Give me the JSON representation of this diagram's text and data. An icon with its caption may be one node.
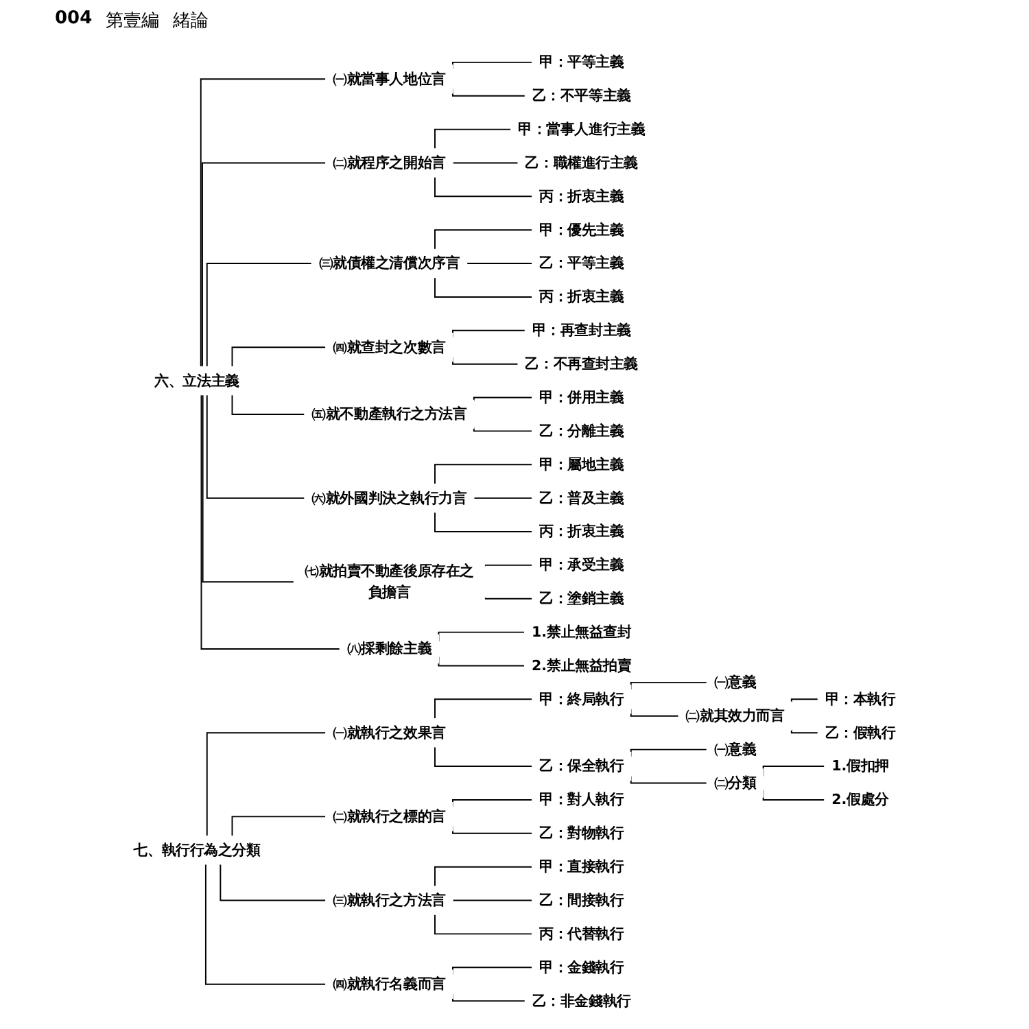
{
  "diagram": {
    "labels": [
      "004",
      "第壹編",
      "緒論"
    ],
    "nodes": [
      {
        "text": [
          "六、立法主義"
        ]
      },
      {
        "text": [
          "㈠就當事人地位言"
        ]
      },
      {
        "text": [
          "甲：平等主義"
        ]
      },
      {
        "text": [
          "乙：不平等主義"
        ]
      },
      {
        "text": [
          "㈡就程序之開始言"
        ]
      },
      {
        "text": [
          "甲：當事人進行主義"
        ]
      },
      {
        "text": [
          "乙：職權進行主義"
        ]
      },
      {
        "text": [
          "丙：折衷主義"
        ]
      },
      {
        "text": [
          "㈢就債權之清償次序言"
        ]
      },
      {
        "text": [
          "甲：優先主義"
        ]
      },
      {
        "text": [
          "乙：平等主義"
        ]
      },
      {
        "text": [
          "丙：折衷主義"
        ]
      },
      {
        "text": [
          "㈣就查封之次數言"
        ]
      },
      {
        "text": [
          "甲：再查封主義"
        ]
      },
      {
        "text": [
          "乙：不再查封主義"
        ]
      },
      {
        "text": [
          "㈤就不動產執行之方法言"
        ]
      },
      {
        "text": [
          "甲：併用主義"
        ]
      },
      {
        "text": [
          "乙：分離主義"
        ]
      },
      {
        "text": [
          "㈥就外國判決之執行力言"
        ]
      },
      {
        "text": [
          "甲：屬地主義"
        ]
      },
      {
        "text": [
          "乙：普及主義"
        ]
      },
      {
        "text": [
          "丙：折衷主義"
        ]
      },
      {
        "text": [
          "㈦就拍賣不動產後原存在之負擔言"
        ]
      },
      {
        "text": [
          "甲：承受主義"
        ]
      },
      {
        "text": [
          "乙：塗銷主義"
        ]
      },
      {
        "text": [
          "㈧採剩餘主義"
        ]
      },
      {
        "text": [
          "1.禁止無益查封"
        ]
      },
      {
        "text": [
          "2.禁止無益拍賣"
        ]
      },
      {
        "text": [
          "七、執行行為之分類"
        ]
      },
      {
        "text": [
          "㈠就執行之效果言"
        ]
      },
      {
        "text": [
          "甲：終局執行"
        ]
      },
      {
        "text": [
          "㈠意義"
        ]
      },
      {
        "text": [
          "㈡就其效力而言"
        ]
      },
      {
        "text": [
          "甲：本執行"
        ]
      },
      {
        "text": [
          "乙：假執行"
        ]
      },
      {
        "text": [
          "乙：保全執行"
        ]
      },
      {
        "text": [
          "㈠意義"
        ]
      },
      {
        "text": [
          "㈡分類"
        ]
      },
      {
        "text": [
          "1.假扣押"
        ]
      },
      {
        "text": [
          "2.假處分"
        ]
      },
      {
        "text": [
          "㈡就執行之標的言"
        ]
      },
      {
        "text": [
          "甲：對人執行"
        ]
      },
      {
        "text": [
          "乙：對物執行"
        ]
      },
      {
        "text": [
          "㈢就執行之方法言"
        ]
      },
      {
        "text": [
          "甲：直接執行"
        ]
      },
      {
        "text": [
          "乙：間接執行"
        ]
      },
      {
        "text": [
          "丙：代替執行"
        ]
      },
      {
        "text": [
          "㈣就執行名義而言"
        ]
      },
      {
        "text": [
          "甲：金錢執行"
        ]
      },
      {
        "text": [
          "乙：非金錢執行"
        ]
      }
    ],
    "edges": [
      {
        "from": 0,
        "to": 1,
        "arrow": "none"
      },
      {
        "from": 1,
        "to": 2,
        "arrow": "none"
      },
      {
        "from": 1,
        "to": 3,
        "arrow": "none"
      },
      {
        "from": 0,
        "to": 4,
        "arrow": "none"
      },
      {
        "from": 4,
        "to": 5,
        "arrow": "none"
      },
      {
        "from": 4,
        "to": 6,
        "arrow": "none"
      },
      {
        "from": 4,
        "to": 7,
        "arrow": "none"
      },
      {
        "from": 0,
        "to": 8,
        "arrow": "none"
      },
      {
        "from": 8,
        "to": 9,
        "arrow": "none"
      },
      {
        "from": 8,
        "to": 10,
        "arrow": "none"
      },
      {
        "from": 8,
        "to": 11,
        "arrow": "none"
      },
      {
        "from": 0,
        "to": 12,
        "arrow": "none"
      },
      {
        "from": 12,
        "to": 13,
        "arrow": "none"
      },
      {
        "from": 12,
        "to": 14,
        "arrow": "none"
      },
      {
        "from": 0,
        "to": 15,
        "arrow": "none"
      },
      {
        "from": 15,
        "to": 16,
        "arrow": "none"
      },
      {
        "from": 15,
        "to": 17,
        "arrow": "none"
      },
      {
        "from": 0,
        "to": 18,
        "arrow": "none"
      },
      {
        "from": 18,
        "to": 19,
        "arrow": "none"
      },
      {
        "from": 18,
        "to": 20,
        "arrow": "none"
      },
      {
        "from": 18,
        "to": 21,
        "arrow": "none"
      },
      {
        "from": 0,
        "to": 22,
        "arrow": "none"
      },
      {
        "from": 22,
        "to": 23,
        "arrow": "none"
      },
      {
        "from": 22,
        "to": 24,
        "arrow": "none"
      },
      {
        "from": 0,
        "to": 25,
        "arrow": "none"
      },
      {
        "from": 25,
        "to": 26,
        "arrow": "none"
      },
      {
        "from": 25,
        "to": 27,
        "arrow": "none"
      },
      {
        "from": 28,
        "to": 29,
        "arrow": "none"
      },
      {
        "from": 29,
        "to": 30,
        "arrow": "none"
      },
      {
        "from": 30,
        "to": 31,
        "arrow": "none"
      },
      {
        "from": 30,
        "to": 32,
        "arrow": "none"
      },
      {
        "from": 32,
        "to": 33,
        "arrow": "none"
      },
      {
        "from": 32,
        "to": 34,
        "arrow": "none"
      },
      {
        "from": 29,
        "to": 35,
        "arrow": "none"
      },
      {
        "from": 35,
        "to": 36,
        "arrow": "none"
      },
      {
        "from": 35,
        "to": 37,
        "arrow": "none"
      },
      {
        "from": 37,
        "to": 38,
        "arrow": "none"
      },
      {
        "from": 37,
        "to": 39,
        "arrow": "none"
      },
      {
        "from": 28,
        "to": 40,
        "arrow": "none"
      },
      {
        "from": 40,
        "to": 41,
        "arrow": "none"
      },
      {
        "from": 40,
        "to": 42,
        "arrow": "none"
      },
      {
        "from": 28,
        "to": 43,
        "arrow": "none"
      },
      {
        "from": 43,
        "to": 44,
        "arrow": "none"
      },
      {
        "from": 43,
        "to": 45,
        "arrow": "none"
      },
      {
        "from": 43,
        "to": 46,
        "arrow": "none"
      },
      {
        "from": 28,
        "to": 47,
        "arrow": "none"
      },
      {
        "from": 47,
        "to": 48,
        "arrow": "none"
      },
      {
        "from": 47,
        "to": 49,
        "arrow": "none"
      }
    ]
  }
}
